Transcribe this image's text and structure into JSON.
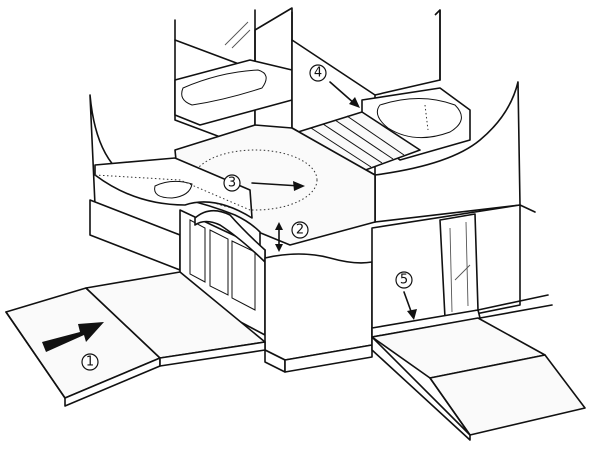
{
  "labels": {
    "ramp_entrance": "1",
    "step_height": "2",
    "turning_space": "3",
    "bathtub_slats": "4",
    "door_threshold": "5"
  },
  "colors": {
    "line": "#111111",
    "background": "#ffffff"
  }
}
